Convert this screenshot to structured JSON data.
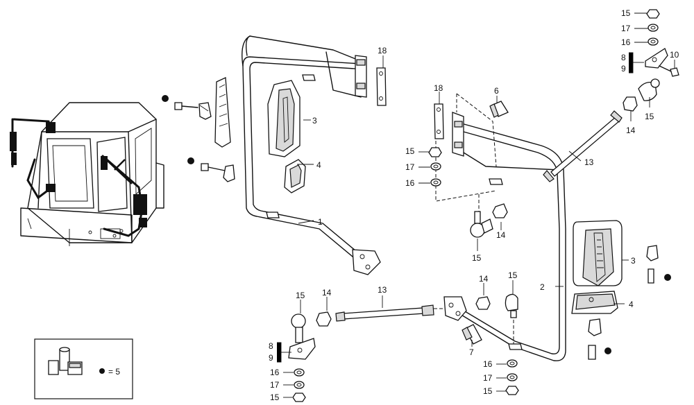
{
  "callouts": {
    "c1": "1",
    "c2": "2",
    "c3": "3",
    "c4": "4",
    "c6": "6",
    "c7": "7",
    "c8": "8",
    "c9": "9",
    "c10": "10",
    "c13": "13",
    "c14": "14",
    "c15": "15",
    "c16": "16",
    "c17": "17",
    "c18": "18"
  },
  "legend": {
    "equals_text": "= 5"
  }
}
